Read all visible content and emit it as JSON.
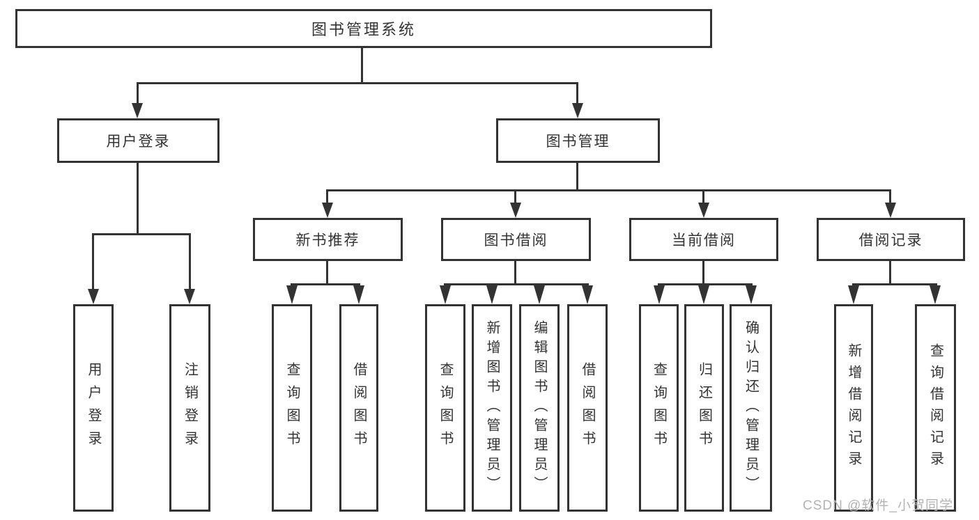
{
  "diagram_title": "图书管理系统",
  "nodes": {
    "root": "图书管理系统",
    "user_login": "用户登录",
    "book_mgmt": "图书管理",
    "new_book_rec": "新书推荐",
    "book_borrow": "图书借阅",
    "current_borrow": "当前借阅",
    "borrow_record": "借阅记录",
    "leaf_user_login": "用户登录",
    "leaf_logout": "注销登录",
    "leaf_nbr_query": "查询图书",
    "leaf_nbr_borrow": "借阅图书",
    "leaf_bb_query": "查询图书",
    "leaf_bb_add": "新增图书（管理员）",
    "leaf_bb_edit": "编辑图书（管理员）",
    "leaf_bb_borrow": "借阅图书",
    "leaf_cb_query": "查询图书",
    "leaf_cb_return": "归还图书",
    "leaf_cb_confirm": "确认归还（管理员）",
    "leaf_br_add": "新增借阅记录",
    "leaf_br_query": "查询借阅记录"
  },
  "watermark": "CSDN @软件_小贺同学",
  "colors": {
    "line": "#333333",
    "text": "#333333",
    "watermark": "#b3b3b3",
    "background": "#ffffff"
  }
}
